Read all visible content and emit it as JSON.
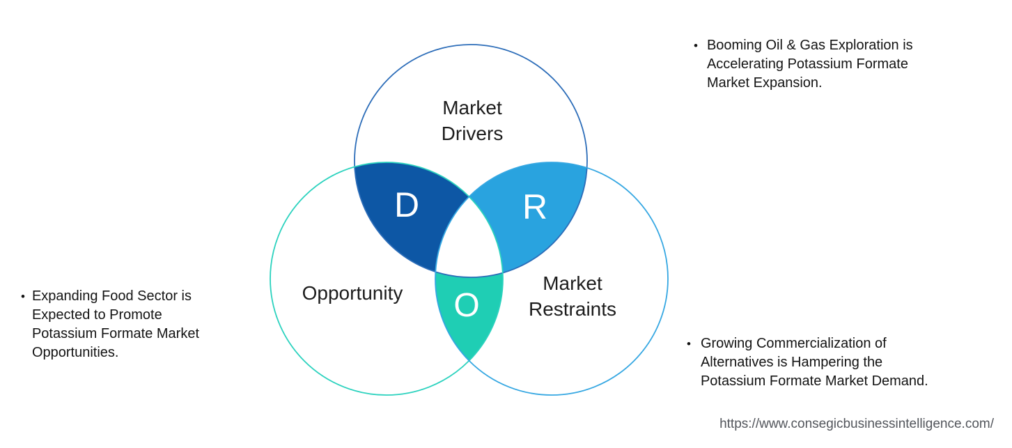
{
  "venn": {
    "drivers_label": "Market\nDrivers",
    "opportunity_label": "Opportunity",
    "restraints_label": "Market\nRestraints",
    "letter_d": "D",
    "letter_r": "R",
    "letter_o": "O"
  },
  "bullets": {
    "dot": "•",
    "top_right": "Booming Oil & Gas Exploration is\nAccelerating Potassium Formate\nMarket Expansion.",
    "left": "Expanding Food Sector is\nExpected to Promote\nPotassium Formate Market\nOpportunities.",
    "bottom_right": "Growing Commercialization of\nAlternatives is Hampering the\nPotassium Formate Market Demand."
  },
  "footer": {
    "url": "https://www.consegicbusinessintelligence.com/"
  },
  "colors": {
    "petal_d": "#0D57A5",
    "petal_r": "#29A3DF",
    "petal_o": "#1FCEB4",
    "outline_drivers": "#2B6CB8",
    "outline_opportunity": "#2BD2BE",
    "outline_restraints": "#35A7E2",
    "letter_text": "#FFFFFF",
    "label_text": "#1C1C1C",
    "url_text": "#53565C"
  }
}
